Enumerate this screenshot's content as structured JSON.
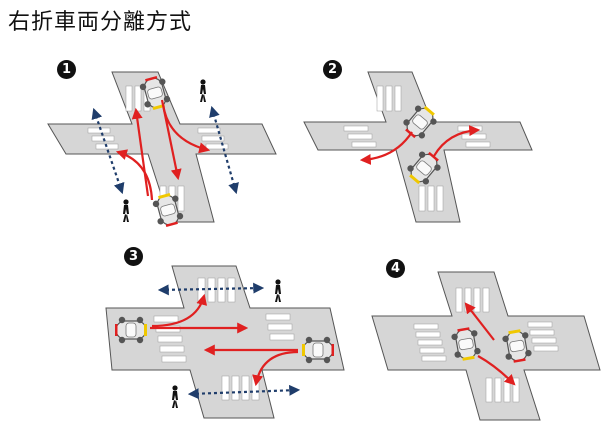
{
  "title": "右折車両分離方式",
  "panels": [
    {
      "number": "1"
    },
    {
      "number": "2"
    },
    {
      "number": "3"
    },
    {
      "number": "4"
    }
  ],
  "colors": {
    "road": "#d6d6d6",
    "road_edge": "#555555",
    "crosswalk": "#ffffff",
    "vehicle_arrow": "#e02020",
    "pedestrian_arrow": "#1f3d6b",
    "car_body": "#e6e6e6",
    "car_light_front": "#f0c800",
    "car_light_rear": "#e02020"
  },
  "icons": [
    "car-icon",
    "pedestrian-icon",
    "crosswalk",
    "arrow"
  ]
}
